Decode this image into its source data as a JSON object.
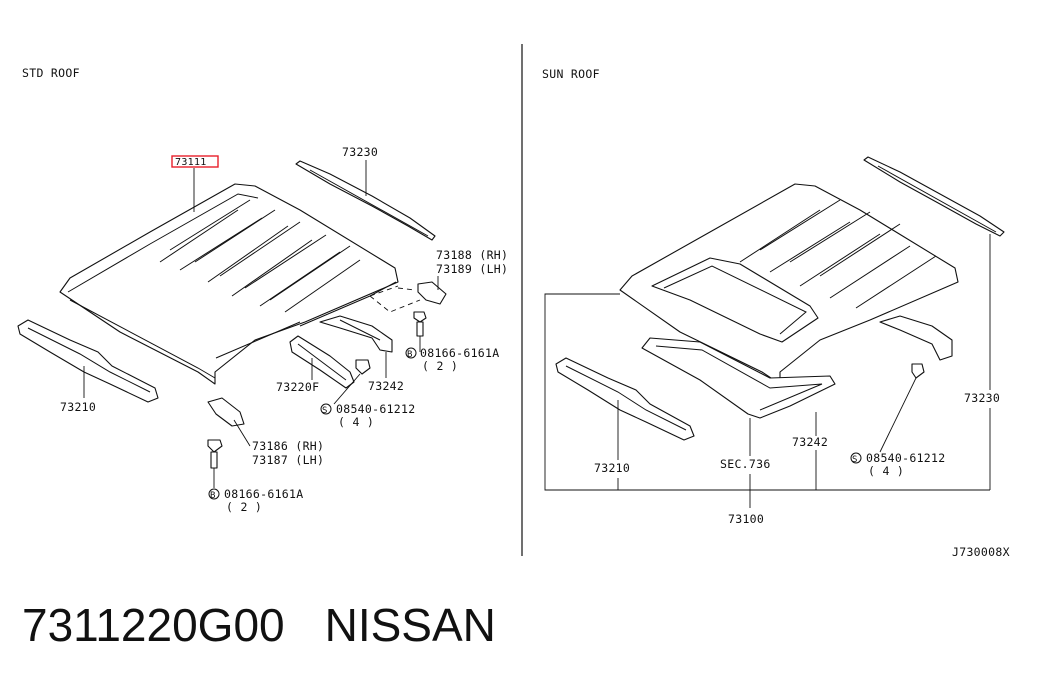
{
  "sections": {
    "std_title": "STD ROOF",
    "sun_title": "SUN ROOF"
  },
  "std": {
    "p73111": "73111",
    "p73230": "73230",
    "p73188": "73188 (RH)",
    "p73189": "73189 (LH)",
    "bolt_top": "08166-6161A",
    "bolt_top_qty": "( 2 )",
    "p73210": "73210",
    "p73220f": "73220F",
    "p73242": "73242",
    "screw": "08540-61212",
    "screw_qty": "( 4 )",
    "p73186": "73186 (RH)",
    "p73187": "73187 (LH)",
    "bolt_bottom": "08166-6161A",
    "bolt_bottom_qty": "( 2 )"
  },
  "sun": {
    "p73230": "73230",
    "p73242": "73242",
    "screw": "08540-61212",
    "screw_qty": "( 4 )",
    "p73210": "73210",
    "sec": "SEC.736",
    "p73100": "73100"
  },
  "symbols": {
    "bolt": "B",
    "screw": "S"
  },
  "diagram_code": "J730008X",
  "caption": {
    "part_number": "7311220G00",
    "brand": "NISSAN"
  },
  "colors": {
    "highlight": "#e8202a",
    "line": "#111111"
  }
}
